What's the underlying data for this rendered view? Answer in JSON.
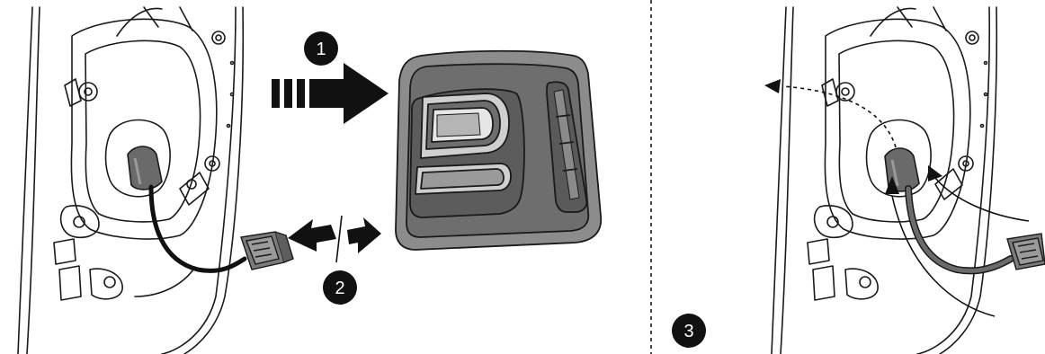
{
  "steps": [
    {
      "number": "1"
    },
    {
      "number": "2"
    },
    {
      "number": "3"
    }
  ],
  "colors": {
    "line": "#1a1a1a",
    "lamp_outer": "#8c8c8c",
    "lamp_body": "#6e6e6e",
    "lamp_inner": "#b5b5b5",
    "lens_light": "#e6e6e6",
    "socket": "#6a6a6a",
    "wire_black": "#111111",
    "wire_grey": "#6b6b6b",
    "badge": "#111111"
  },
  "icons": [
    "arrow-right-icon",
    "arrow-left-icon",
    "curved-arrow-icon",
    "dashed-arrow-icon"
  ]
}
